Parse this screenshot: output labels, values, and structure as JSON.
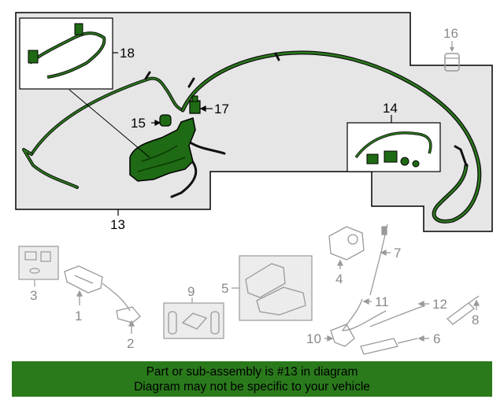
{
  "colors": {
    "highlight": "#2a7a1c",
    "harness_fill": "#1f6a14",
    "active_line": "#000000",
    "dim_line": "#9a9a9a",
    "panel_bg": "#e6e6e6"
  },
  "labels": {
    "n1": "1",
    "n2": "2",
    "n3": "3",
    "n4": "4",
    "n5": "5",
    "n6": "6",
    "n7": "7",
    "n8": "8",
    "n9": "9",
    "n10": "10",
    "n11": "11",
    "n12": "12",
    "n13": "13",
    "n14": "14",
    "n15": "15",
    "n16": "16",
    "n17": "17",
    "n18": "18"
  },
  "banner": {
    "line1": "Part or sub-assembly is #13 in diagram",
    "line2": "Diagram may not be specific to your vehicle"
  }
}
